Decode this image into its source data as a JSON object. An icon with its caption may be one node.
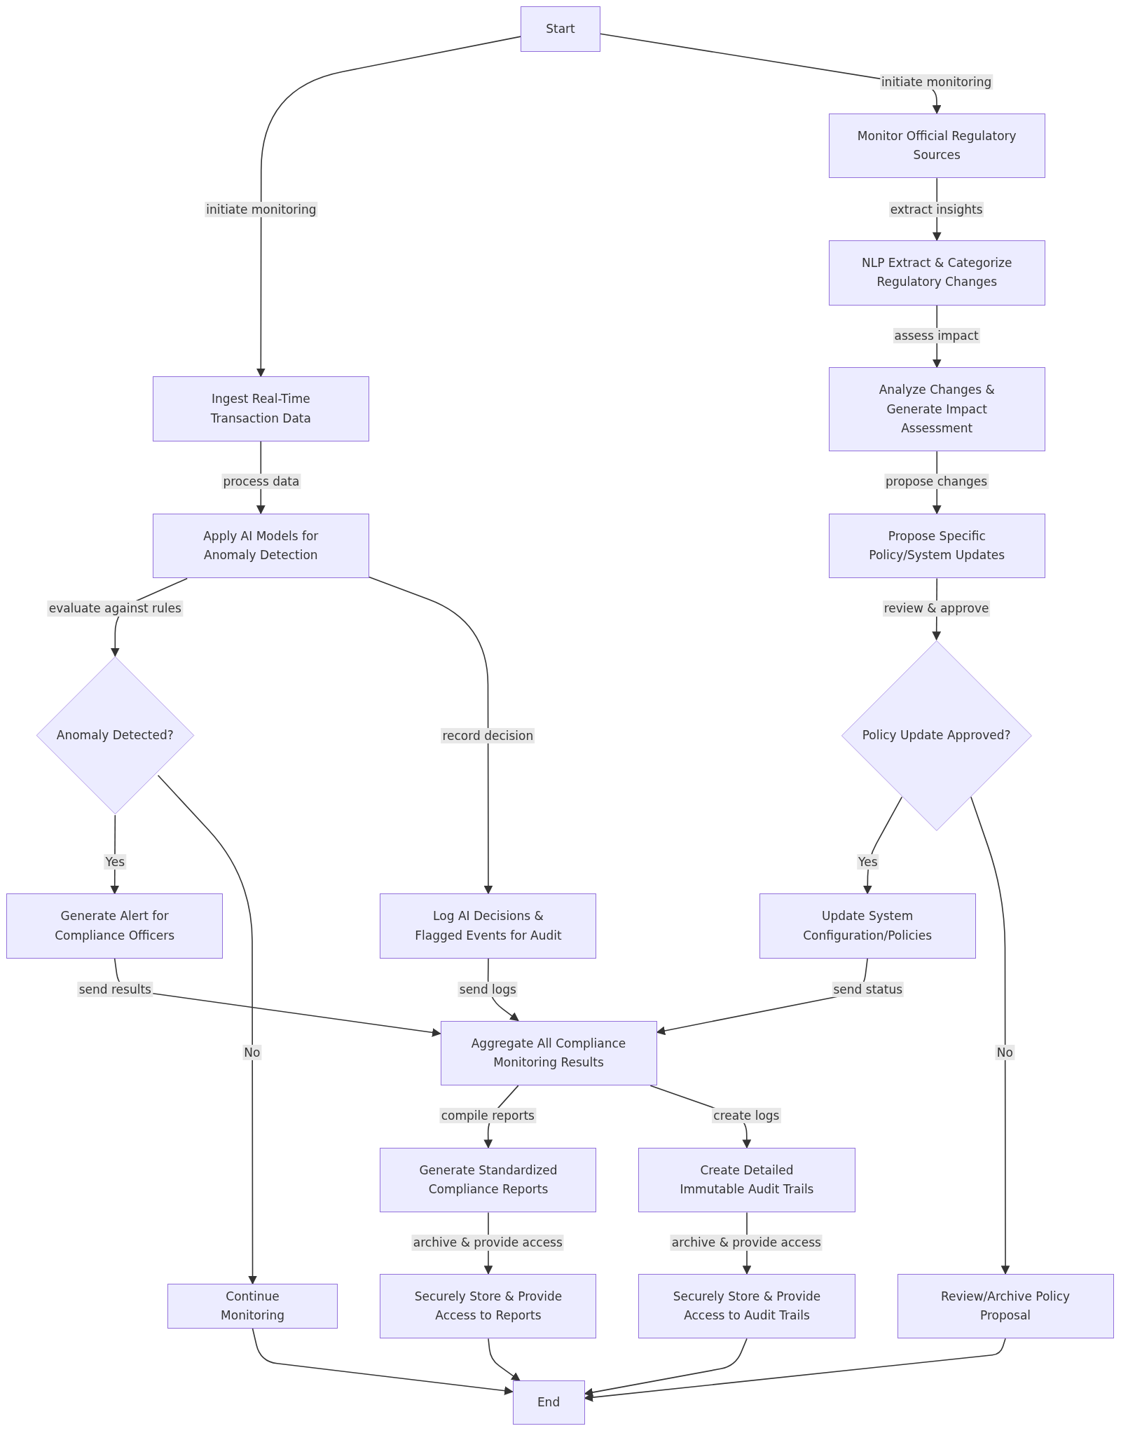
{
  "diagram": {
    "nodes": [
      {
        "text": [
          "Start"
        ]
      },
      {
        "text": [
          "Monitor Official Regulatory Sources"
        ]
      },
      {
        "text": [
          "NLP Extract & Categorize Regulatory Changes"
        ]
      },
      {
        "text": [
          "Analyze Changes & Generate Impact Assessment"
        ]
      },
      {
        "text": [
          "Propose Specific Policy/System Updates"
        ]
      },
      {
        "text": [
          "Policy Update Approved?"
        ]
      },
      {
        "text": [
          "Ingest Real-Time Transaction Data"
        ]
      },
      {
        "text": [
          "Apply AI Models for Anomaly Detection"
        ]
      },
      {
        "text": [
          "Anomaly Detected?"
        ]
      },
      {
        "text": [
          "Generate Alert for Compliance Officers"
        ]
      },
      {
        "text": [
          "Log AI Decisions & Flagged Events for Audit"
        ]
      },
      {
        "text": [
          "Update System Configuration/Policies"
        ]
      },
      {
        "text": [
          "Aggregate All Compliance Monitoring Results"
        ]
      },
      {
        "text": [
          "Continue Monitoring"
        ]
      },
      {
        "text": [
          "Generate Standardized Compliance Reports"
        ]
      },
      {
        "text": [
          "Create Detailed Immutable Audit Trails"
        ]
      },
      {
        "text": [
          "Securely Store & Provide Access to Reports"
        ]
      },
      {
        "text": [
          "Securely Store & Provide Access to Audit Trails"
        ]
      },
      {
        "text": [
          "Review/Archive Policy Proposal"
        ]
      },
      {
        "text": [
          "End"
        ]
      }
    ],
    "edges": [
      {
        "from": 0,
        "to": 6,
        "arrow": "to",
        "label": "initiate monitoring"
      },
      {
        "from": 0,
        "to": 1,
        "arrow": "to",
        "label": "initiate monitoring"
      },
      {
        "from": 1,
        "to": 2,
        "arrow": "to",
        "label": "extract insights"
      },
      {
        "from": 2,
        "to": 3,
        "arrow": "to",
        "label": "assess impact"
      },
      {
        "from": 3,
        "to": 4,
        "arrow": "to",
        "label": "propose changes"
      },
      {
        "from": 4,
        "to": 5,
        "arrow": "to",
        "label": "review & approve"
      },
      {
        "from": 6,
        "to": 7,
        "arrow": "to",
        "label": "process data"
      },
      {
        "from": 7,
        "to": 8,
        "arrow": "to",
        "label": "evaluate against rules"
      },
      {
        "from": 7,
        "to": 10,
        "arrow": "to",
        "label": "record decision"
      },
      {
        "from": 8,
        "to": 9,
        "arrow": "to",
        "label": "Yes"
      },
      {
        "from": 8,
        "to": 13,
        "arrow": "to",
        "label": "No"
      },
      {
        "from": 5,
        "to": 11,
        "arrow": "to",
        "label": "Yes"
      },
      {
        "from": 5,
        "to": 18,
        "arrow": "to",
        "label": "No"
      },
      {
        "from": 9,
        "to": 12,
        "arrow": "to",
        "label": "send results"
      },
      {
        "from": 10,
        "to": 12,
        "arrow": "to",
        "label": "send logs"
      },
      {
        "from": 11,
        "to": 12,
        "arrow": "to",
        "label": "send status"
      },
      {
        "from": 12,
        "to": 14,
        "arrow": "to",
        "label": "compile reports"
      },
      {
        "from": 12,
        "to": 15,
        "arrow": "to",
        "label": "create logs"
      },
      {
        "from": 14,
        "to": 16,
        "arrow": "to",
        "label": "archive & provide access"
      },
      {
        "from": 15,
        "to": 17,
        "arrow": "to",
        "label": "archive & provide access"
      },
      {
        "from": 13,
        "to": 19,
        "arrow": "to"
      },
      {
        "from": 16,
        "to": 19,
        "arrow": "to"
      },
      {
        "from": 17,
        "to": 19,
        "arrow": "to"
      },
      {
        "from": 18,
        "to": 19,
        "arrow": "to"
      }
    ]
  }
}
